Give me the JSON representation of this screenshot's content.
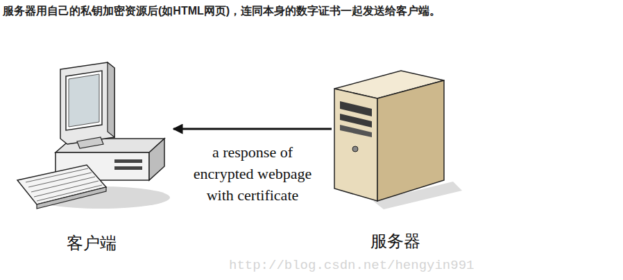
{
  "diagram": {
    "title": "服务器用自己的私钥加密资源后(如HTML网页)，连同本身的数字证书一起发送给客户端。",
    "nodes": [
      {
        "text": [
          "客户端"
        ]
      },
      {
        "text": [
          "服务器"
        ]
      }
    ],
    "edges": [
      {
        "from": 1,
        "to": 0,
        "arrow": "to",
        "label": "a response of encrypted webpage with certificate"
      }
    ],
    "labels": [
      "http://blog.csdn.net/hengyin991"
    ]
  }
}
